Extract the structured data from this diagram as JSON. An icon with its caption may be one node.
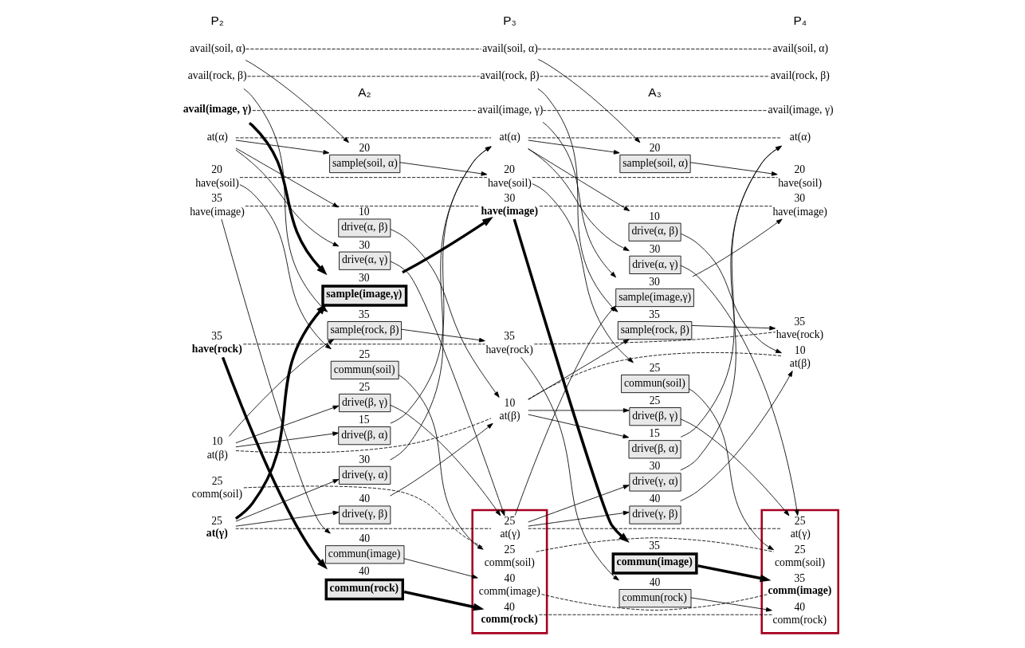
{
  "diagram": {
    "nodes": [
      {
        "text": [
          "avail(soil, α)"
        ]
      },
      {
        "text": [
          "avail(rock, β)"
        ]
      },
      {
        "text": [
          "avail(image, γ)"
        ]
      },
      {
        "text": [
          "at(α)"
        ]
      },
      {
        "text": [
          "have(soil)"
        ],
        "beside": [
          "20"
        ]
      },
      {
        "text": [
          "have(image)"
        ],
        "beside": [
          "35"
        ]
      },
      {
        "text": [
          "have(rock)"
        ],
        "beside": [
          "35"
        ]
      },
      {
        "text": [
          "at(β)"
        ],
        "beside": [
          "10"
        ]
      },
      {
        "text": [
          "comm(soil)"
        ],
        "beside": [
          "25"
        ]
      },
      {
        "text": [
          "at(γ)"
        ],
        "beside": [
          "25"
        ]
      },
      {
        "text": [
          "sample(soil, α)"
        ],
        "beside": [
          "20"
        ]
      },
      {
        "text": [
          "drive(α, β)"
        ],
        "beside": [
          "10"
        ]
      },
      {
        "text": [
          "drive(α, γ)"
        ],
        "beside": [
          "30"
        ]
      },
      {
        "text": [
          "sample(image,γ)"
        ],
        "beside": [
          "30"
        ]
      },
      {
        "text": [
          "sample(rock, β)"
        ],
        "beside": [
          "35"
        ]
      },
      {
        "text": [
          "commun(soil)"
        ],
        "beside": [
          "25"
        ]
      },
      {
        "text": [
          "drive(β, γ)"
        ],
        "beside": [
          "25"
        ]
      },
      {
        "text": [
          "drive(β, α)"
        ],
        "beside": [
          "15"
        ]
      },
      {
        "text": [
          "drive(γ, α)"
        ],
        "beside": [
          "30"
        ]
      },
      {
        "text": [
          "drive(γ, β)"
        ],
        "beside": [
          "40"
        ]
      },
      {
        "text": [
          "commun(image)"
        ],
        "beside": [
          "40"
        ]
      },
      {
        "text": [
          "commun(rock)"
        ],
        "beside": [
          "40"
        ]
      },
      {
        "text": [
          "avail(soil, α)"
        ]
      },
      {
        "text": [
          "avail(rock, β)"
        ]
      },
      {
        "text": [
          "avail(image, γ)"
        ]
      },
      {
        "text": [
          "at(α)"
        ]
      },
      {
        "text": [
          "have(soil)"
        ],
        "beside": [
          "20"
        ]
      },
      {
        "text": [
          "have(image)"
        ],
        "beside": [
          "30"
        ]
      },
      {
        "text": [
          "have(rock)"
        ],
        "beside": [
          "35"
        ]
      },
      {
        "text": [
          "at(β)"
        ],
        "beside": [
          "10"
        ]
      },
      {
        "text": [],
        "shape": "box"
      },
      {
        "text": [
          "comm(soil)"
        ],
        "beside": [
          "25"
        ],
        "in": 30
      },
      {
        "text": [
          "at(γ)"
        ],
        "beside": [
          "25"
        ],
        "in": 30
      },
      {
        "text": [
          "comm(image)"
        ],
        "beside": [
          "40"
        ],
        "in": 30
      },
      {
        "text": [
          "comm(rock)"
        ],
        "beside": [
          "40"
        ],
        "in": 30
      },
      {
        "text": [
          "sample(soil, α)"
        ],
        "beside": [
          "20"
        ]
      },
      {
        "text": [
          "drive(α, β)"
        ],
        "beside": [
          "10"
        ]
      },
      {
        "text": [
          "drive(α, γ)"
        ],
        "beside": [
          "30"
        ]
      },
      {
        "text": [
          "sample(image,γ)"
        ],
        "beside": [
          "30"
        ]
      },
      {
        "text": [
          "sample(rock, β)"
        ],
        "beside": [
          "35"
        ]
      },
      {
        "text": [
          "commun(soil)"
        ],
        "beside": [
          "25"
        ]
      },
      {
        "text": [
          "drive(β, γ)"
        ],
        "beside": [
          "25"
        ]
      },
      {
        "text": [
          "drive(β, α)"
        ],
        "beside": [
          "15"
        ]
      },
      {
        "text": [
          "drive(γ, α)"
        ],
        "beside": [
          "30"
        ]
      },
      {
        "text": [
          "drive(γ, β)"
        ],
        "beside": [
          "40"
        ]
      },
      {
        "text": [
          "commun(image)"
        ],
        "beside": [
          "35"
        ]
      },
      {
        "text": [
          "commun(rock)"
        ],
        "beside": [
          "40"
        ]
      },
      {
        "text": [
          "avail(soil, α)"
        ]
      },
      {
        "text": [
          "avail(rock, β)"
        ]
      },
      {
        "text": [
          "avail(image, γ)"
        ]
      },
      {
        "text": [
          "at(α)"
        ]
      },
      {
        "text": [
          "have(soil)"
        ],
        "beside": [
          "20"
        ]
      },
      {
        "text": [
          "have(image)"
        ],
        "beside": [
          "30"
        ]
      },
      {
        "text": [
          "have(rock)"
        ],
        "beside": [
          "35"
        ]
      },
      {
        "text": [
          "at(β)"
        ],
        "beside": [
          "10"
        ]
      },
      {
        "text": [],
        "shape": "box"
      },
      {
        "text": [
          "comm(soil)"
        ],
        "beside": [
          "25"
        ],
        "in": 55
      },
      {
        "text": [
          "at(γ)"
        ],
        "beside": [
          "25"
        ],
        "in": 55
      },
      {
        "text": [
          "comm(image)"
        ],
        "beside": [
          "35"
        ],
        "in": 55
      },
      {
        "text": [
          "comm(rock)"
        ],
        "beside": [
          "40"
        ],
        "in": 55
      }
    ],
    "edges": [
      {
        "from": 0,
        "to": 22,
        "arrow": "none",
        "style": "dashed"
      },
      {
        "from": 1,
        "to": 23,
        "arrow": "none",
        "style": "dashed"
      },
      {
        "from": 2,
        "to": 24,
        "arrow": "none",
        "style": "dashed"
      },
      {
        "from": 3,
        "to": 25,
        "arrow": "none",
        "style": "dashed"
      },
      {
        "from": 4,
        "to": 26,
        "arrow": "none",
        "style": "dashed"
      },
      {
        "from": 5,
        "to": 27,
        "arrow": "none",
        "style": "dashed"
      },
      {
        "from": 6,
        "to": 28,
        "arrow": "none",
        "style": "dashed"
      },
      {
        "from": 7,
        "to": 29,
        "arrow": "none",
        "style": "dashed"
      },
      {
        "from": 8,
        "to": 31,
        "arrow": "none",
        "style": "dashed"
      },
      {
        "from": 9,
        "to": 32,
        "arrow": "none",
        "style": "dashed"
      },
      {
        "from": 0,
        "to": 10,
        "arrow": "to"
      },
      {
        "from": 3,
        "to": 10,
        "arrow": "to"
      },
      {
        "from": 3,
        "to": 11,
        "arrow": "to"
      },
      {
        "from": 3,
        "to": 12,
        "arrow": "to"
      },
      {
        "from": 2,
        "to": 13,
        "arrow": "to",
        "style": "thick"
      },
      {
        "from": 9,
        "to": 13,
        "arrow": "to",
        "style": "thick"
      },
      {
        "from": 1,
        "to": 14,
        "arrow": "to"
      },
      {
        "from": 7,
        "to": 14,
        "arrow": "to"
      },
      {
        "from": 4,
        "to": 15,
        "arrow": "to"
      },
      {
        "from": 7,
        "to": 16,
        "arrow": "to"
      },
      {
        "from": 7,
        "to": 17,
        "arrow": "to"
      },
      {
        "from": 9,
        "to": 18,
        "arrow": "to"
      },
      {
        "from": 9,
        "to": 19,
        "arrow": "to"
      },
      {
        "from": 5,
        "to": 20,
        "arrow": "to"
      },
      {
        "from": 6,
        "to": 21,
        "arrow": "to",
        "style": "thick"
      },
      {
        "from": 10,
        "to": 26,
        "arrow": "to"
      },
      {
        "from": 11,
        "to": 29,
        "arrow": "to"
      },
      {
        "from": 12,
        "to": 32,
        "arrow": "to"
      },
      {
        "from": 13,
        "to": 27,
        "arrow": "to",
        "style": "thick"
      },
      {
        "from": 14,
        "to": 28,
        "arrow": "to"
      },
      {
        "from": 15,
        "to": 31,
        "arrow": "to"
      },
      {
        "from": 16,
        "to": 32,
        "arrow": "to"
      },
      {
        "from": 17,
        "to": 25,
        "arrow": "to"
      },
      {
        "from": 18,
        "to": 25,
        "arrow": "to"
      },
      {
        "from": 19,
        "to": 29,
        "arrow": "to"
      },
      {
        "from": 20,
        "to": 33,
        "arrow": "to"
      },
      {
        "from": 21,
        "to": 34,
        "arrow": "to",
        "style": "thick"
      },
      {
        "from": 22,
        "to": 47,
        "arrow": "none",
        "style": "dashed"
      },
      {
        "from": 23,
        "to": 48,
        "arrow": "none",
        "style": "dashed"
      },
      {
        "from": 24,
        "to": 49,
        "arrow": "none",
        "style": "dashed"
      },
      {
        "from": 25,
        "to": 50,
        "arrow": "none",
        "style": "dashed"
      },
      {
        "from": 26,
        "to": 51,
        "arrow": "none",
        "style": "dashed"
      },
      {
        "from": 27,
        "to": 52,
        "arrow": "none",
        "style": "dashed"
      },
      {
        "from": 28,
        "to": 53,
        "arrow": "none",
        "style": "dashed"
      },
      {
        "from": 29,
        "to": 54,
        "arrow": "none",
        "style": "dashed"
      },
      {
        "from": 31,
        "to": 56,
        "arrow": "none",
        "style": "dashed"
      },
      {
        "from": 32,
        "to": 57,
        "arrow": "none",
        "style": "dashed"
      },
      {
        "from": 33,
        "to": 58,
        "arrow": "none",
        "style": "dashed"
      },
      {
        "from": 34,
        "to": 59,
        "arrow": "none",
        "style": "dashed"
      },
      {
        "from": 22,
        "to": 35,
        "arrow": "to"
      },
      {
        "from": 25,
        "to": 35,
        "arrow": "to"
      },
      {
        "from": 25,
        "to": 36,
        "arrow": "to"
      },
      {
        "from": 25,
        "to": 37,
        "arrow": "to"
      },
      {
        "from": 24,
        "to": 38,
        "arrow": "to"
      },
      {
        "from": 32,
        "to": 38,
        "arrow": "to"
      },
      {
        "from": 23,
        "to": 39,
        "arrow": "to"
      },
      {
        "from": 29,
        "to": 39,
        "arrow": "to"
      },
      {
        "from": 26,
        "to": 40,
        "arrow": "to"
      },
      {
        "from": 29,
        "to": 41,
        "arrow": "to"
      },
      {
        "from": 29,
        "to": 42,
        "arrow": "to"
      },
      {
        "from": 32,
        "to": 43,
        "arrow": "to"
      },
      {
        "from": 32,
        "to": 44,
        "arrow": "to"
      },
      {
        "from": 27,
        "to": 45,
        "arrow": "to",
        "style": "thick"
      },
      {
        "from": 28,
        "to": 46,
        "arrow": "to"
      },
      {
        "from": 35,
        "to": 51,
        "arrow": "to"
      },
      {
        "from": 36,
        "to": 54,
        "arrow": "to"
      },
      {
        "from": 37,
        "to": 57,
        "arrow": "to"
      },
      {
        "from": 38,
        "to": 52,
        "arrow": "to"
      },
      {
        "from": 39,
        "to": 53,
        "arrow": "to"
      },
      {
        "from": 40,
        "to": 56,
        "arrow": "to"
      },
      {
        "from": 41,
        "to": 57,
        "arrow": "to"
      },
      {
        "from": 42,
        "to": 50,
        "arrow": "to"
      },
      {
        "from": 43,
        "to": 50,
        "arrow": "to"
      },
      {
        "from": 44,
        "to": 54,
        "arrow": "to"
      },
      {
        "from": 45,
        "to": 58,
        "arrow": "to",
        "style": "thick"
      },
      {
        "from": 46,
        "to": 59,
        "arrow": "to"
      }
    ],
    "labels": [
      "P₂",
      "A₂",
      "P₃",
      "A₃",
      "P₄"
    ]
  }
}
